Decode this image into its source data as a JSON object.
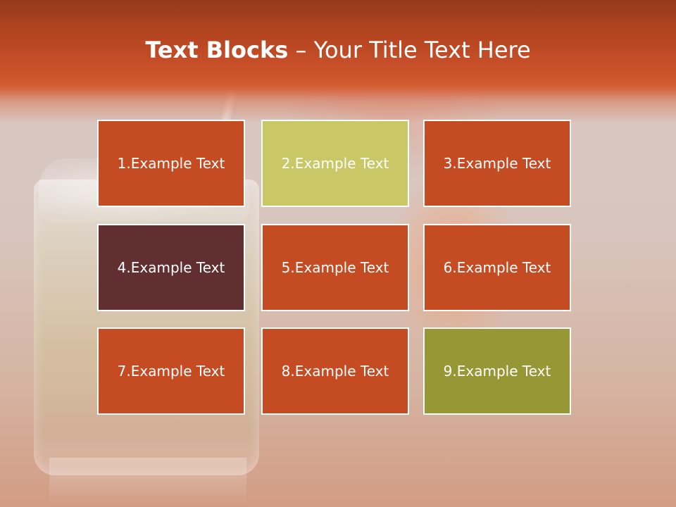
{
  "slide": {
    "title_bold": "Text Blocks",
    "title_separator": " – ",
    "title_rest": "Your Title Text Here"
  },
  "blocks": [
    {
      "label": "1.Example Text",
      "color": "#c54b23"
    },
    {
      "label": "2.Example Text",
      "color": "#c9c766"
    },
    {
      "label": "3.Example Text",
      "color": "#c54b23"
    },
    {
      "label": "4.Example Text",
      "color": "#622f31"
    },
    {
      "label": "5.Example Text",
      "color": "#c54b23"
    },
    {
      "label": "6.Example Text",
      "color": "#c54b23"
    },
    {
      "label": "7.Example Text",
      "color": "#c54b23"
    },
    {
      "label": "8.Example Text",
      "color": "#c54b23"
    },
    {
      "label": "9.Example Text",
      "color": "#989735"
    }
  ]
}
